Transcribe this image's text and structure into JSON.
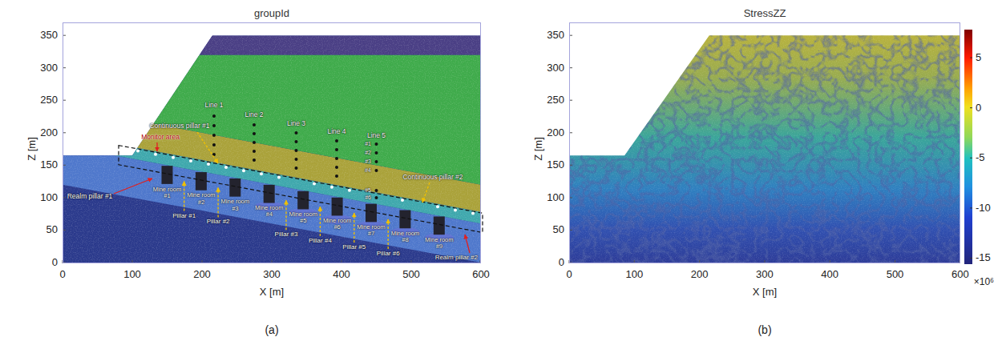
{
  "diagram": {
    "nodes": [
      {
        "text": [
          "groupId"
        ]
      },
      {
        "text": [
          "StressZZ"
        ]
      }
    ],
    "labels": [
      "0",
      "100",
      "200",
      "300",
      "400",
      "500",
      "600",
      "0",
      "50",
      "100",
      "150",
      "200",
      "250",
      "300",
      "350",
      "X [m]",
      "Z [m]",
      "(a)",
      "0",
      "100",
      "200",
      "300",
      "400",
      "500",
      "600",
      "0",
      "50",
      "100",
      "150",
      "200",
      "250",
      "300",
      "350",
      "X [m]",
      "Z [m]",
      "(b)",
      "5",
      "0",
      "-5",
      "-10",
      "-15",
      "×10⁶",
      "Line 1",
      "Line 2",
      "Line 3",
      "Line 4",
      "Line 5",
      "#1",
      "#2",
      "#3",
      "#4",
      "#5",
      "#6",
      "Monitor area",
      "Continuous pillar #1",
      "Continuous pillar #2",
      "Realm pillar #1",
      "Mine room #1",
      "Mine room #2",
      "Mine room #3",
      "Mine room #4",
      "Mine room #5",
      "Mine room #6",
      "Mine room #7",
      "Mine room #8",
      "Mine room #9",
      "Pillar #1",
      "Pillar #2",
      "Pillar #3",
      "Pillar #4",
      "Pillar #5",
      "Pillar #6",
      "Realm pillar #2"
    ]
  }
}
